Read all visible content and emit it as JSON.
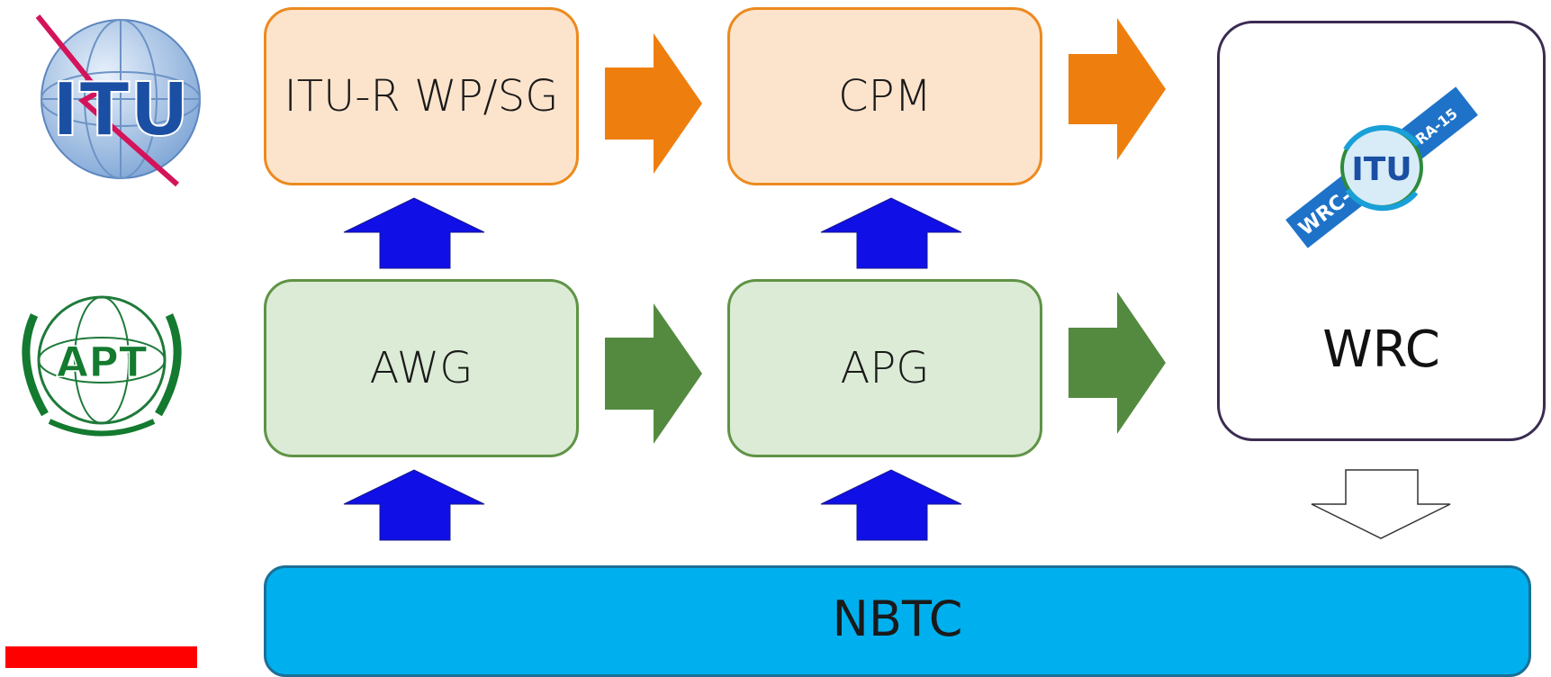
{
  "nodes": {
    "itu_wp_sg": "ITU-R WP/SG",
    "cpm": "CPM",
    "awg": "AWG",
    "apg": "APG",
    "wrc": "WRC",
    "nbtc": "NBTC"
  },
  "logos": {
    "itu": "ITU",
    "apt": "APT",
    "wrc_emblem": {
      "center": "ITU",
      "band_left": "WRC-15",
      "band_right": "RA-15"
    }
  },
  "colors": {
    "itu_fill": "#fce4cc",
    "itu_border": "#ec8a1f",
    "itu_arrow": "#ee7f0e",
    "apt_fill": "#dbebd5",
    "apt_border": "#5f9345",
    "apt_arrow": "#548a3f",
    "up_arrow": "#0f0fe6",
    "nbtc_fill": "#00b0ee",
    "wrc_border": "#3b2c52",
    "accent_red": "#ff0000"
  }
}
